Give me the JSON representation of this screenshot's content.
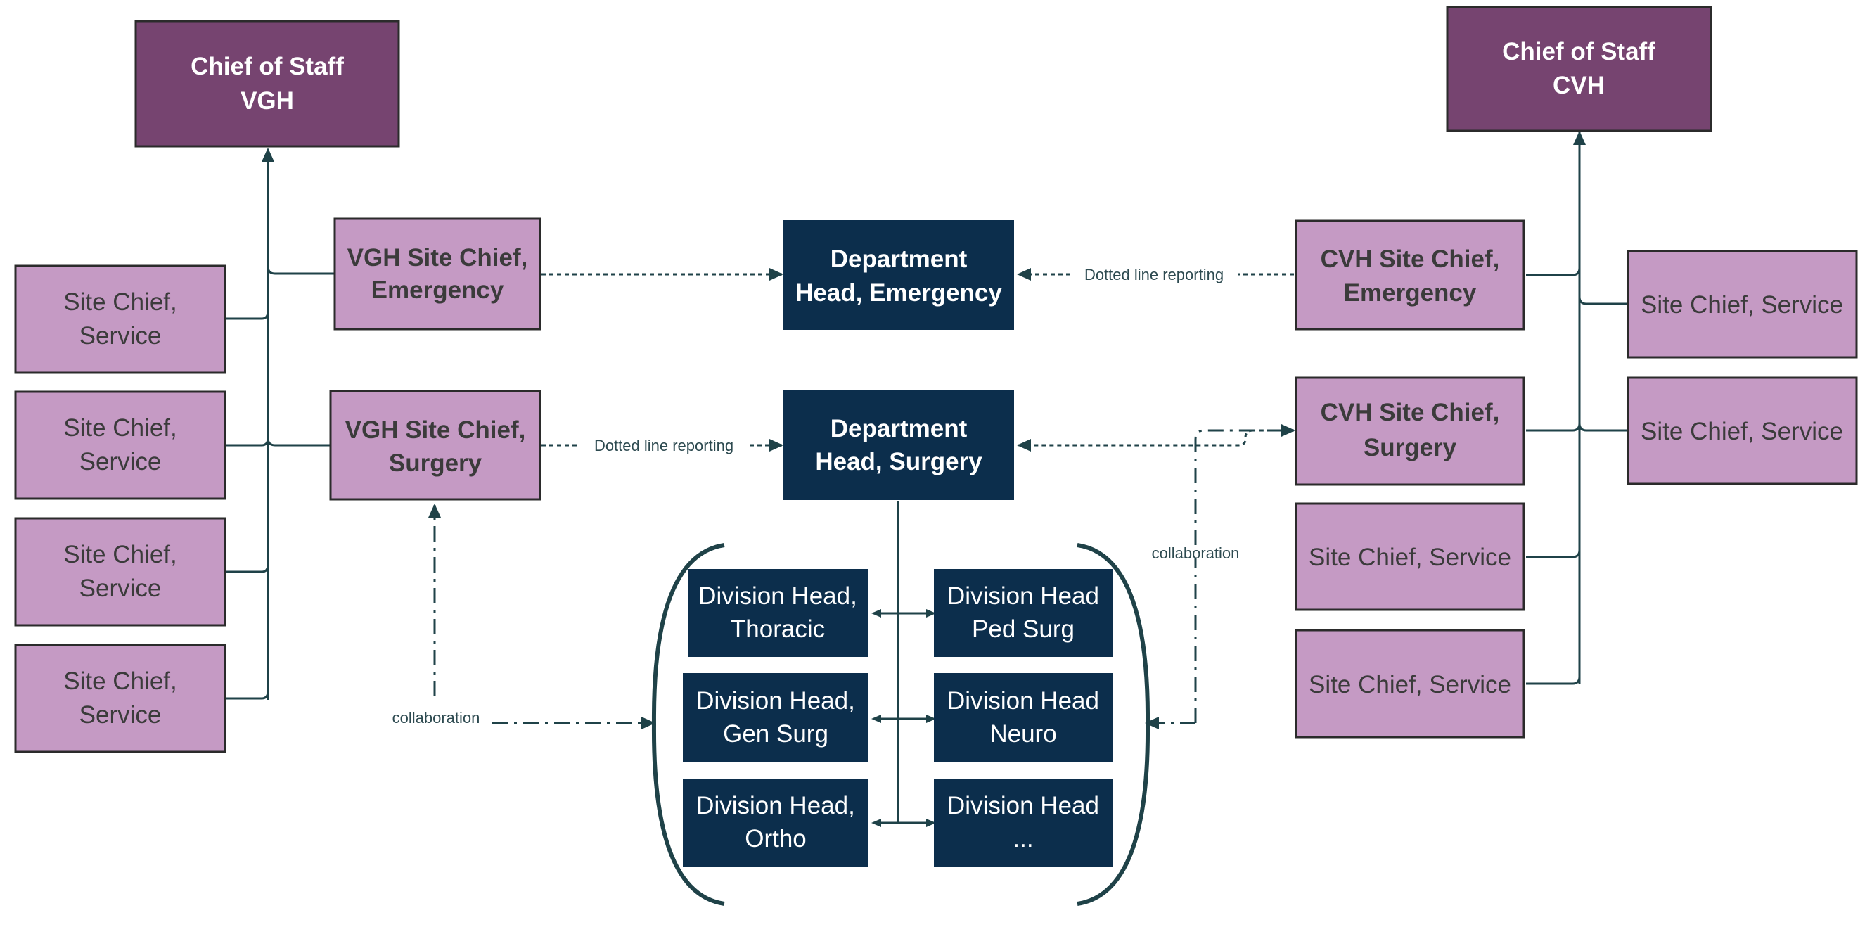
{
  "colors": {
    "chief_fill": "#764470",
    "site_fill": "#c59ac4",
    "dept_fill": "#0c2e4c",
    "line": "#1f4248"
  },
  "vgh": {
    "chief": [
      "Chief of Staff",
      "VGH"
    ],
    "emergency_chief": [
      "VGH Site Chief,",
      "Emergency"
    ],
    "surgery_chief": [
      "VGH Site Chief,",
      "Surgery"
    ],
    "services": [
      [
        "Site Chief,",
        "Service"
      ],
      [
        "Site Chief,",
        "Service"
      ],
      [
        "Site Chief,",
        "Service"
      ],
      [
        "Site Chief,",
        "Service"
      ]
    ]
  },
  "cvh": {
    "chief": [
      "Chief of Staff",
      "CVH"
    ],
    "emergency_chief": [
      "CVH Site Chief,",
      "Emergency"
    ],
    "surgery_chief": [
      "CVH Site Chief,",
      "Surgery"
    ],
    "services": [
      [
        "Site Chief, Service"
      ],
      [
        "Site Chief, Service"
      ],
      [
        "Site Chief, Service"
      ],
      [
        "Site Chief, Service"
      ]
    ]
  },
  "departments": {
    "emergency": [
      "Department",
      "Head, Emergency"
    ],
    "surgery": [
      "Department",
      "Head, Surgery"
    ]
  },
  "divisions": [
    [
      "Division Head,",
      "Thoracic"
    ],
    [
      "Division Head",
      "Ped Surg"
    ],
    [
      "Division Head,",
      "Gen Surg"
    ],
    [
      "Division Head",
      "Neuro"
    ],
    [
      "Division Head,",
      "Ortho"
    ],
    [
      "Division Head",
      "..."
    ]
  ],
  "labels": {
    "dotted_line_reporting_right": "Dotted line reporting",
    "dotted_line_reporting_left": "Dotted line reporting",
    "collaboration_left": "collaboration",
    "collaboration_right": "collaboration"
  }
}
